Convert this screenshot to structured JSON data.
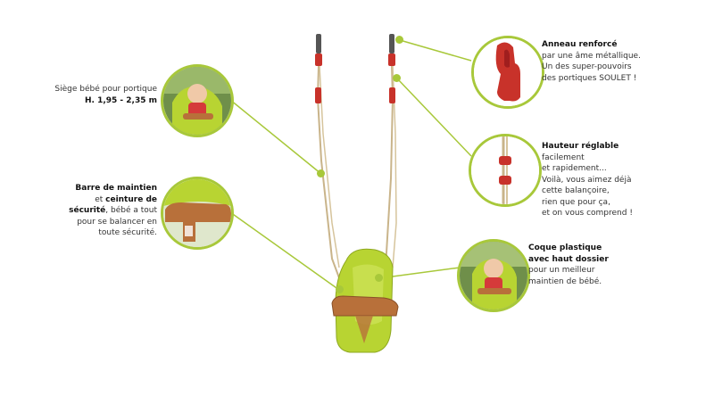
{
  "callouts": {
    "siege": {
      "line1": "Siège bébé pour portique",
      "line2": "H. 1,95 - 2,35 m"
    },
    "barre": {
      "bold1": "Barre de maintien",
      "line2": "et ",
      "bold2": "ceinture de",
      "bold3": "sécurité",
      "line3": ", bébé a tout",
      "line4": "pour se balancer en",
      "line5": "toute sécurité."
    },
    "anneau": {
      "title": "Anneau renforcé",
      "line1": "par une âme métallique.",
      "line2": "Un des super-pouvoirs",
      "line3": "des portiques SOULET !"
    },
    "hauteur": {
      "title": "Hauteur réglable",
      "line1": "facilement",
      "line2": "et rapidement...",
      "line3": "Voilà, vous aimez déjà",
      "line4": "cette balançoire,",
      "line5": "rien que pour ça,",
      "line6": "et on vous comprend !"
    },
    "coque": {
      "title1": "Coque plastique",
      "title2": "avec haut dossier",
      "line1": "pour un meilleur",
      "line2": "maintien de bébé."
    }
  },
  "colors": {
    "accent": "#a8c83a",
    "seat": "#b8d432",
    "bar": "#b8703a",
    "ring": "#c8322a"
  }
}
